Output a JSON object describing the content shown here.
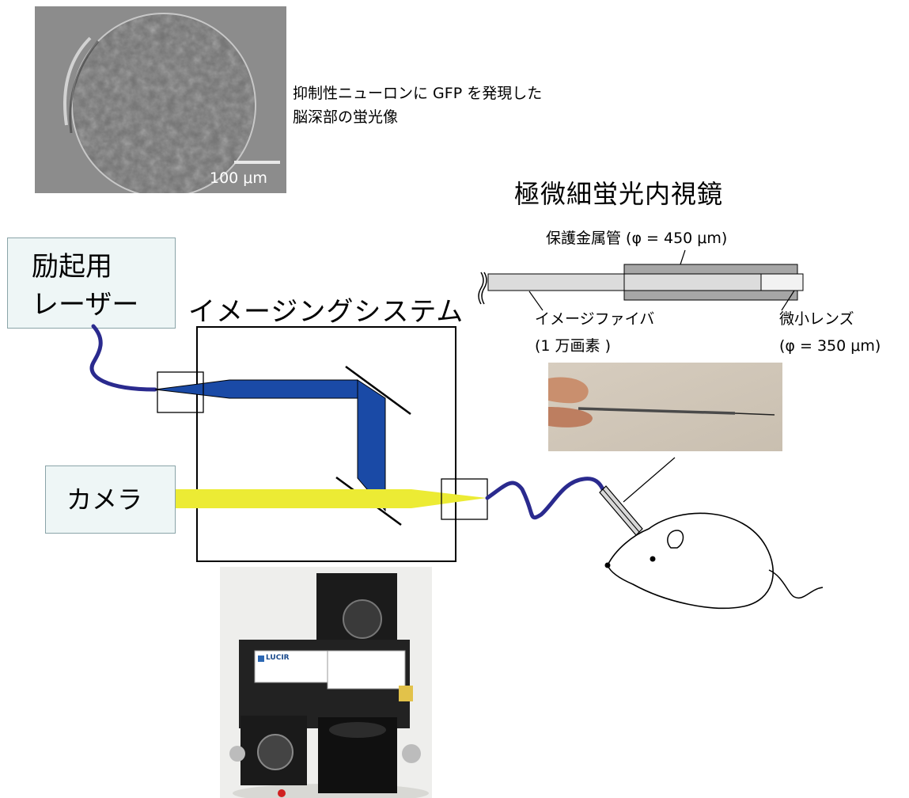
{
  "micrograph": {
    "scale_bar": "100 μm"
  },
  "caption": {
    "line1": "抑制性ニューロンに GFP を発現した",
    "line2": "脳深部の蛍光像"
  },
  "endoscope": {
    "title": "極微細蛍光内視鏡",
    "tube_label": "保護金属管 (φ = 450 μm)",
    "fiber_label_line1": "イメージファイバ",
    "fiber_label_line2": "(1 万画素 )",
    "lens_label_line1": "微小レンズ",
    "lens_label_line2": "(φ = 350 μm)"
  },
  "laser": {
    "line1": "励起用",
    "line2": "レーザー"
  },
  "camera": {
    "label": "カメラ"
  },
  "imaging_system": {
    "label": "イメージングシステム"
  },
  "device_photo": {
    "logo": "LUCIR"
  },
  "colors": {
    "beam_blue": "#1a4aa6",
    "beam_yellow": "#eceb34",
    "cable_navy": "#2a2a8e",
    "box_fill": "#eef6f6",
    "box_border": "#8aa4a8"
  }
}
